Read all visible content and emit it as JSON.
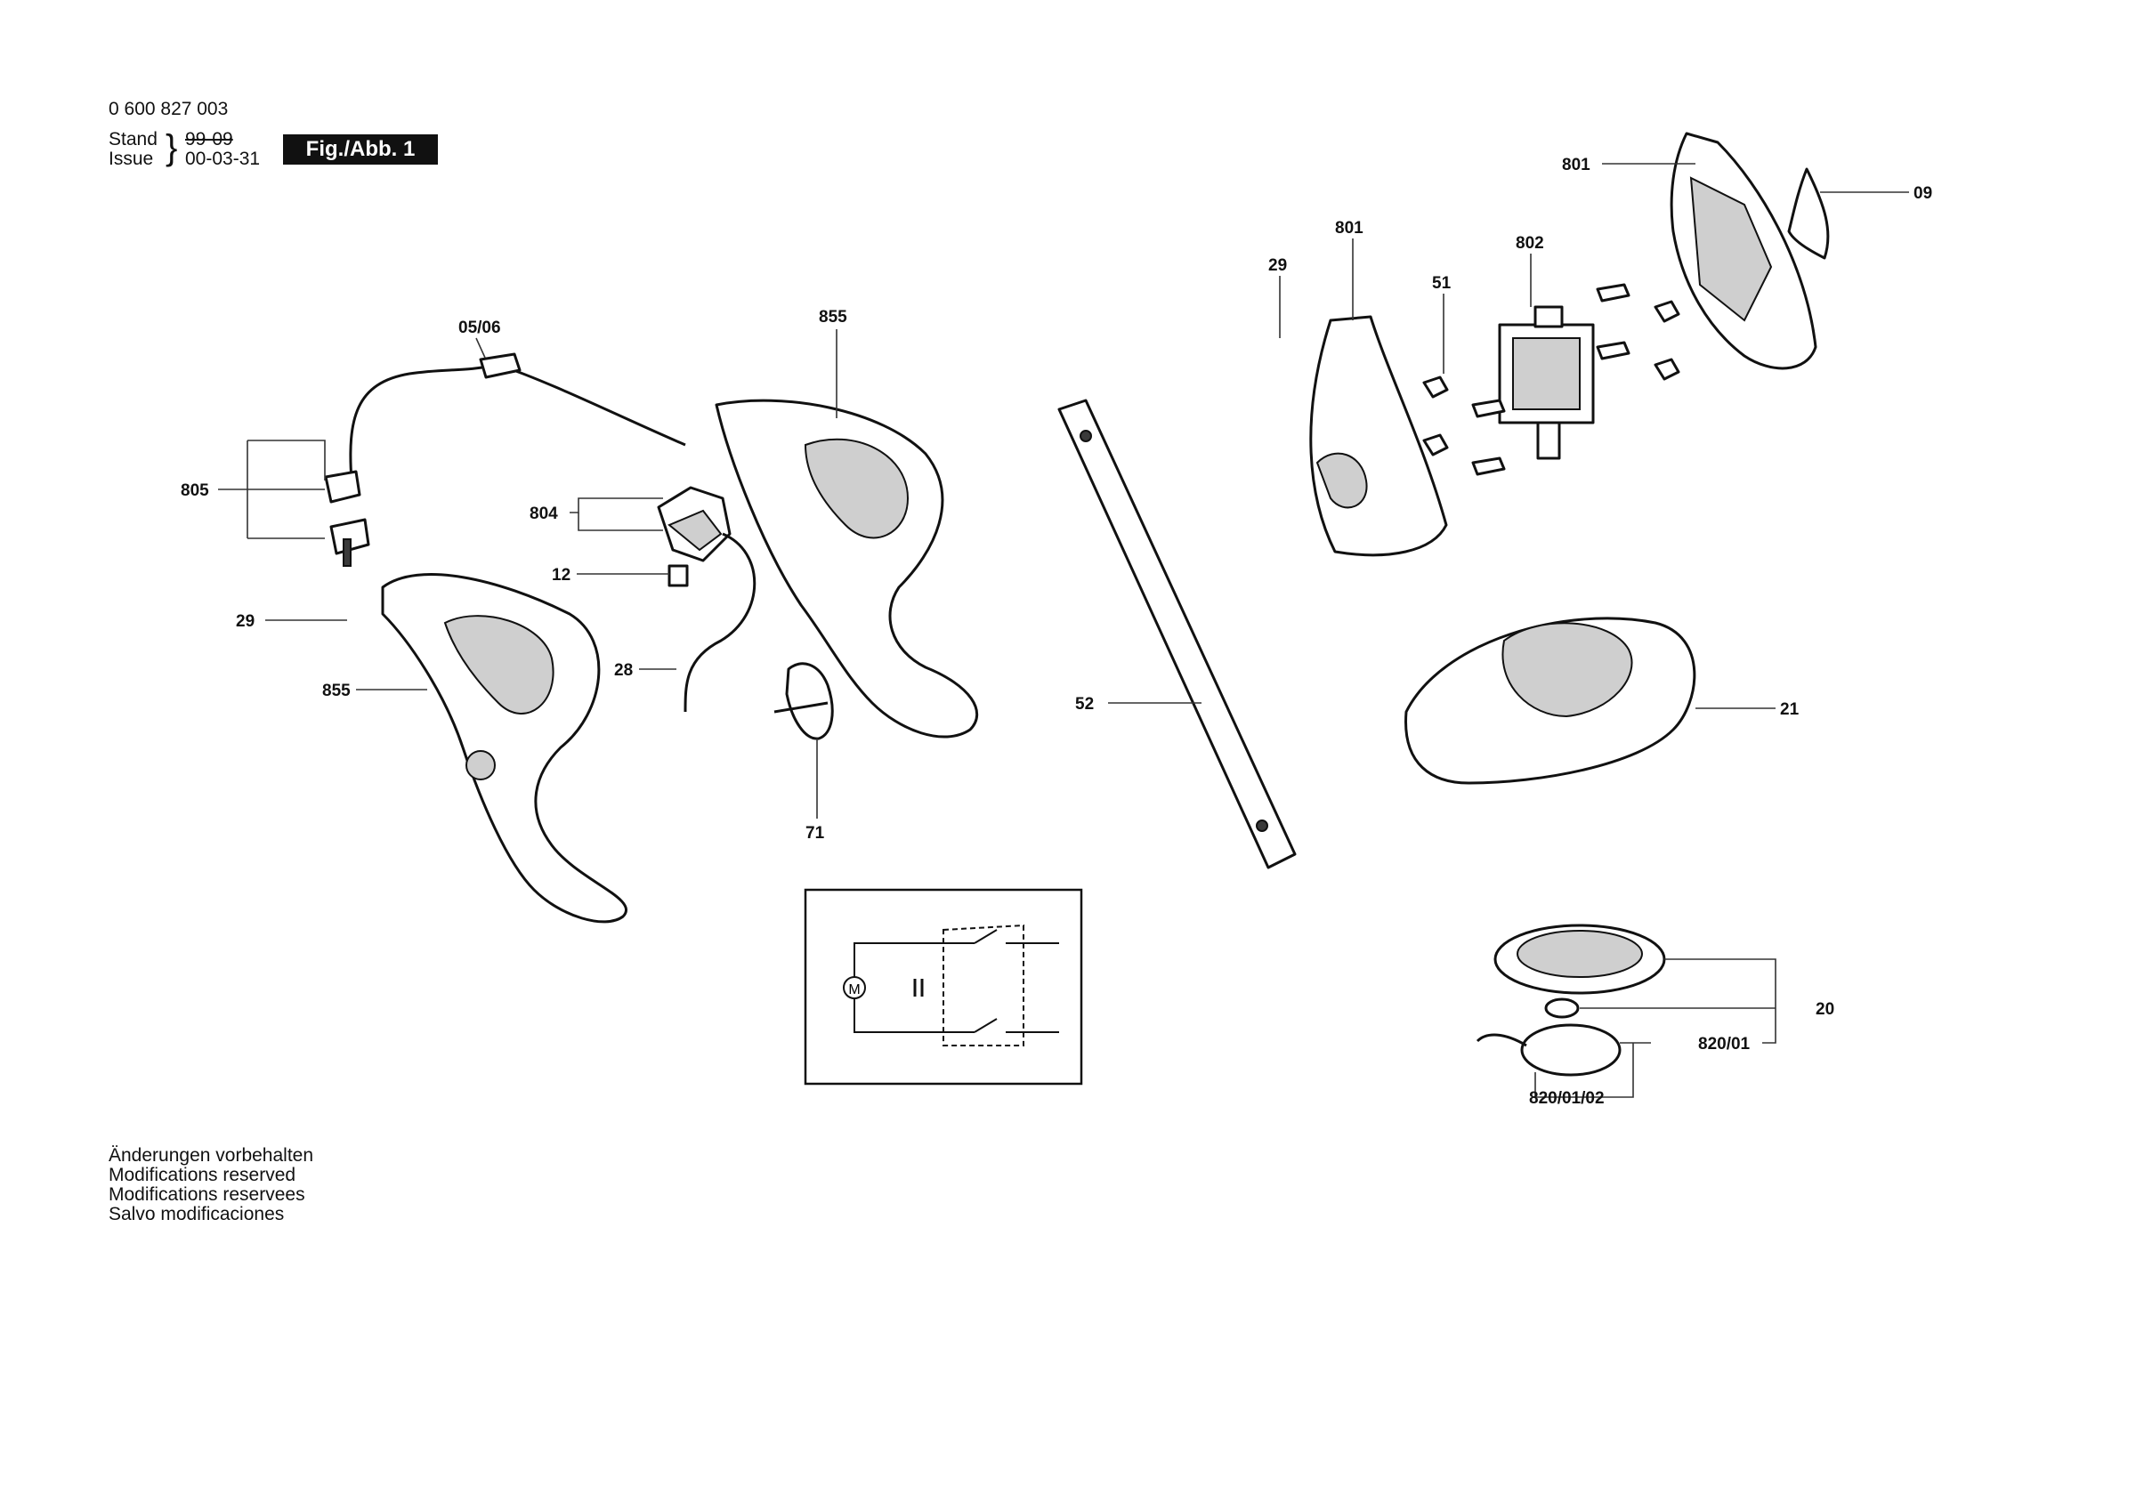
{
  "header": {
    "part_number": "0 600 827 003",
    "stand_label": "Stand",
    "stand_value": "99-09",
    "issue_label": "Issue",
    "issue_value": "00-03-31",
    "figure_badge": "Fig./Abb. 1"
  },
  "labels": {
    "cord_plug": "05/06",
    "cord_set": "805",
    "screw_left": "29",
    "handle_half_left": "855",
    "switch": "804",
    "switch_part": "12",
    "wire": "28",
    "handle_half_right": "855",
    "lever": "71",
    "shaft": "52",
    "screw_right": "29",
    "housing_half_front": "801",
    "damper": "51",
    "motor": "802",
    "housing_half_back": "801",
    "cover": "09",
    "guard": "21",
    "spool_cap": "20",
    "spool": "820/01",
    "spool_line": "820/01/02"
  },
  "schematic": {
    "motor_symbol": "M"
  },
  "notes": [
    "Änderungen vorbehalten",
    "Modifications reserved",
    "Modifications reservees",
    "Salvo modificaciones"
  ],
  "colors": {
    "ink": "#111111",
    "badge_bg": "#111111",
    "badge_text": "#ffffff",
    "shading": "#cfcfcf"
  }
}
